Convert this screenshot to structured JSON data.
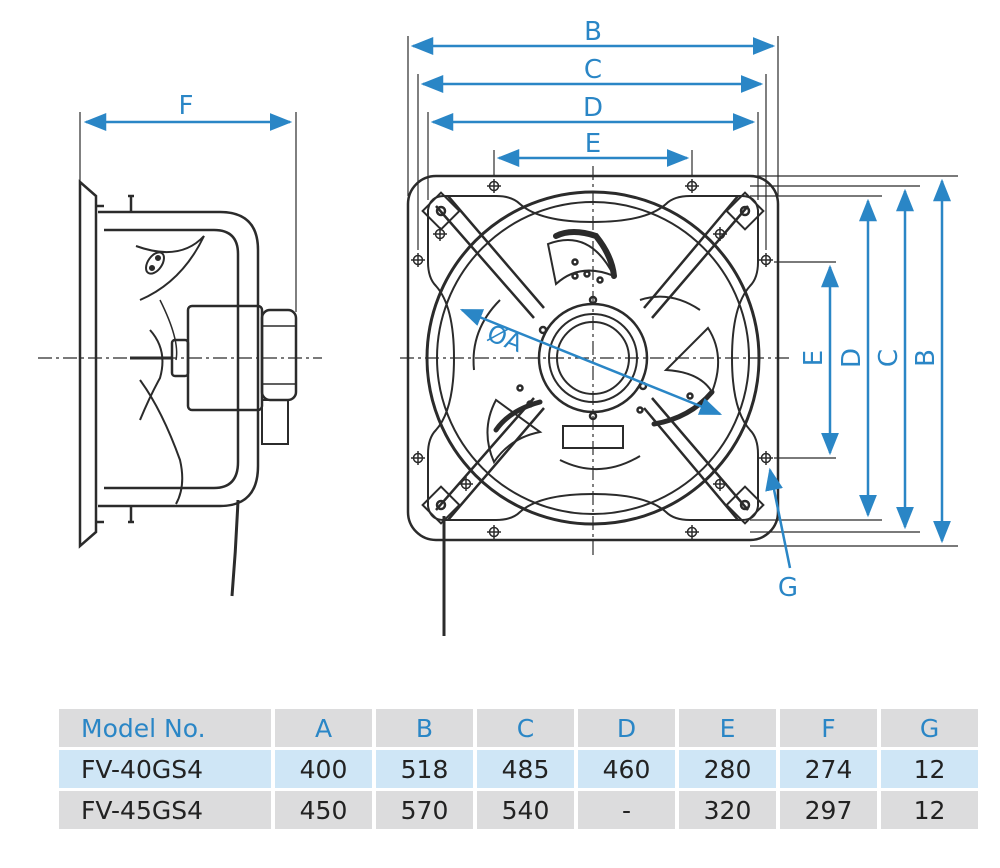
{
  "diagram": {
    "side_view": {
      "dimension_label_f": "F"
    },
    "front_view": {
      "dimension_label_b_top": "B",
      "dimension_label_c_top": "C",
      "dimension_label_d_top": "D",
      "dimension_label_e_top": "E",
      "dimension_label_e_side": "E",
      "dimension_label_d_side": "D",
      "dimension_label_c_side": "C",
      "dimension_label_b_side": "B",
      "diameter_label": "ØA",
      "hole_label": "G"
    },
    "colors": {
      "dimension": "#2a86c6",
      "line": "#2b2b2b"
    }
  },
  "table": {
    "headers": [
      "Model No.",
      "A",
      "B",
      "C",
      "D",
      "E",
      "F",
      "G"
    ],
    "rows": [
      [
        "FV-40GS4",
        "400",
        "518",
        "485",
        "460",
        "280",
        "274",
        "12"
      ],
      [
        "FV-45GS4",
        "450",
        "570",
        "540",
        "-",
        "320",
        "297",
        "12"
      ]
    ]
  }
}
